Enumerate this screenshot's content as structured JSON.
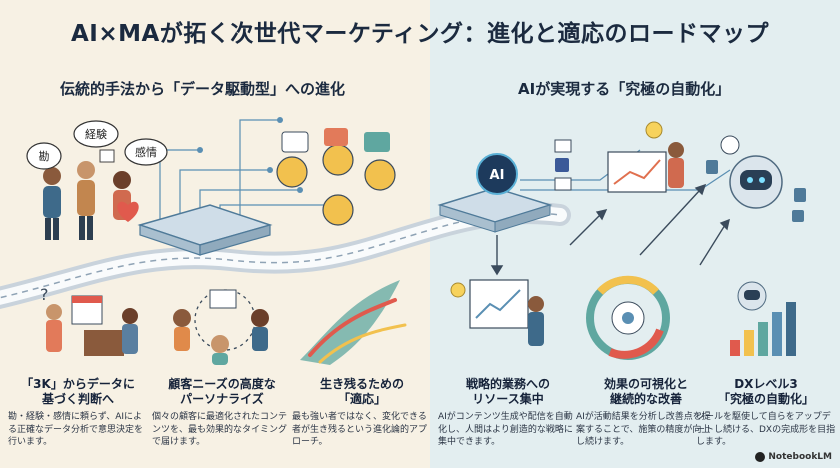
{
  "title": "AI×MAが拓く次世代マーケティング：進化と適応のロードマップ",
  "left_section_title": "伝統的手法から「データ駆動型」への進化",
  "right_section_title": "AIが実現する「究極の自動化」",
  "bubbles": [
    "勘",
    "経験",
    "感情"
  ],
  "ai_label": "AI",
  "steps": [
    {
      "title": "「3K」からデータに\n基づく判断へ",
      "desc": "勘・経験・感情に頼らず、AIによる正確なデータ分析で意思決定を行います。"
    },
    {
      "title": "顧客ニーズの高度な\nパーソナライズ",
      "desc": "個々の顧客に最適化されたコンテンツを、最も効果的なタイミングで届けます。"
    },
    {
      "title": "生き残るための\n「適応」",
      "desc": "最も強い者ではなく、変化できる者が生き残るという進化論的アプローチ。"
    },
    {
      "title": "戦略的業務への\nリソース集中",
      "desc": "AIがコンテンツ生成や配信を自動化し、人間はより創造的な戦略に集中できます。"
    },
    {
      "title": "効果の可視化と\n継続的な改善",
      "desc": "AIが活動結果を分析し改善点を提案することで、施策の精度が向上し続けます。"
    },
    {
      "title": "DXレベル3\n「究極の自動化」",
      "desc": "ツールを駆使して自らをアップデートし続ける、DXの完成形を目指します。"
    }
  ],
  "badge": "NotebookLM"
}
